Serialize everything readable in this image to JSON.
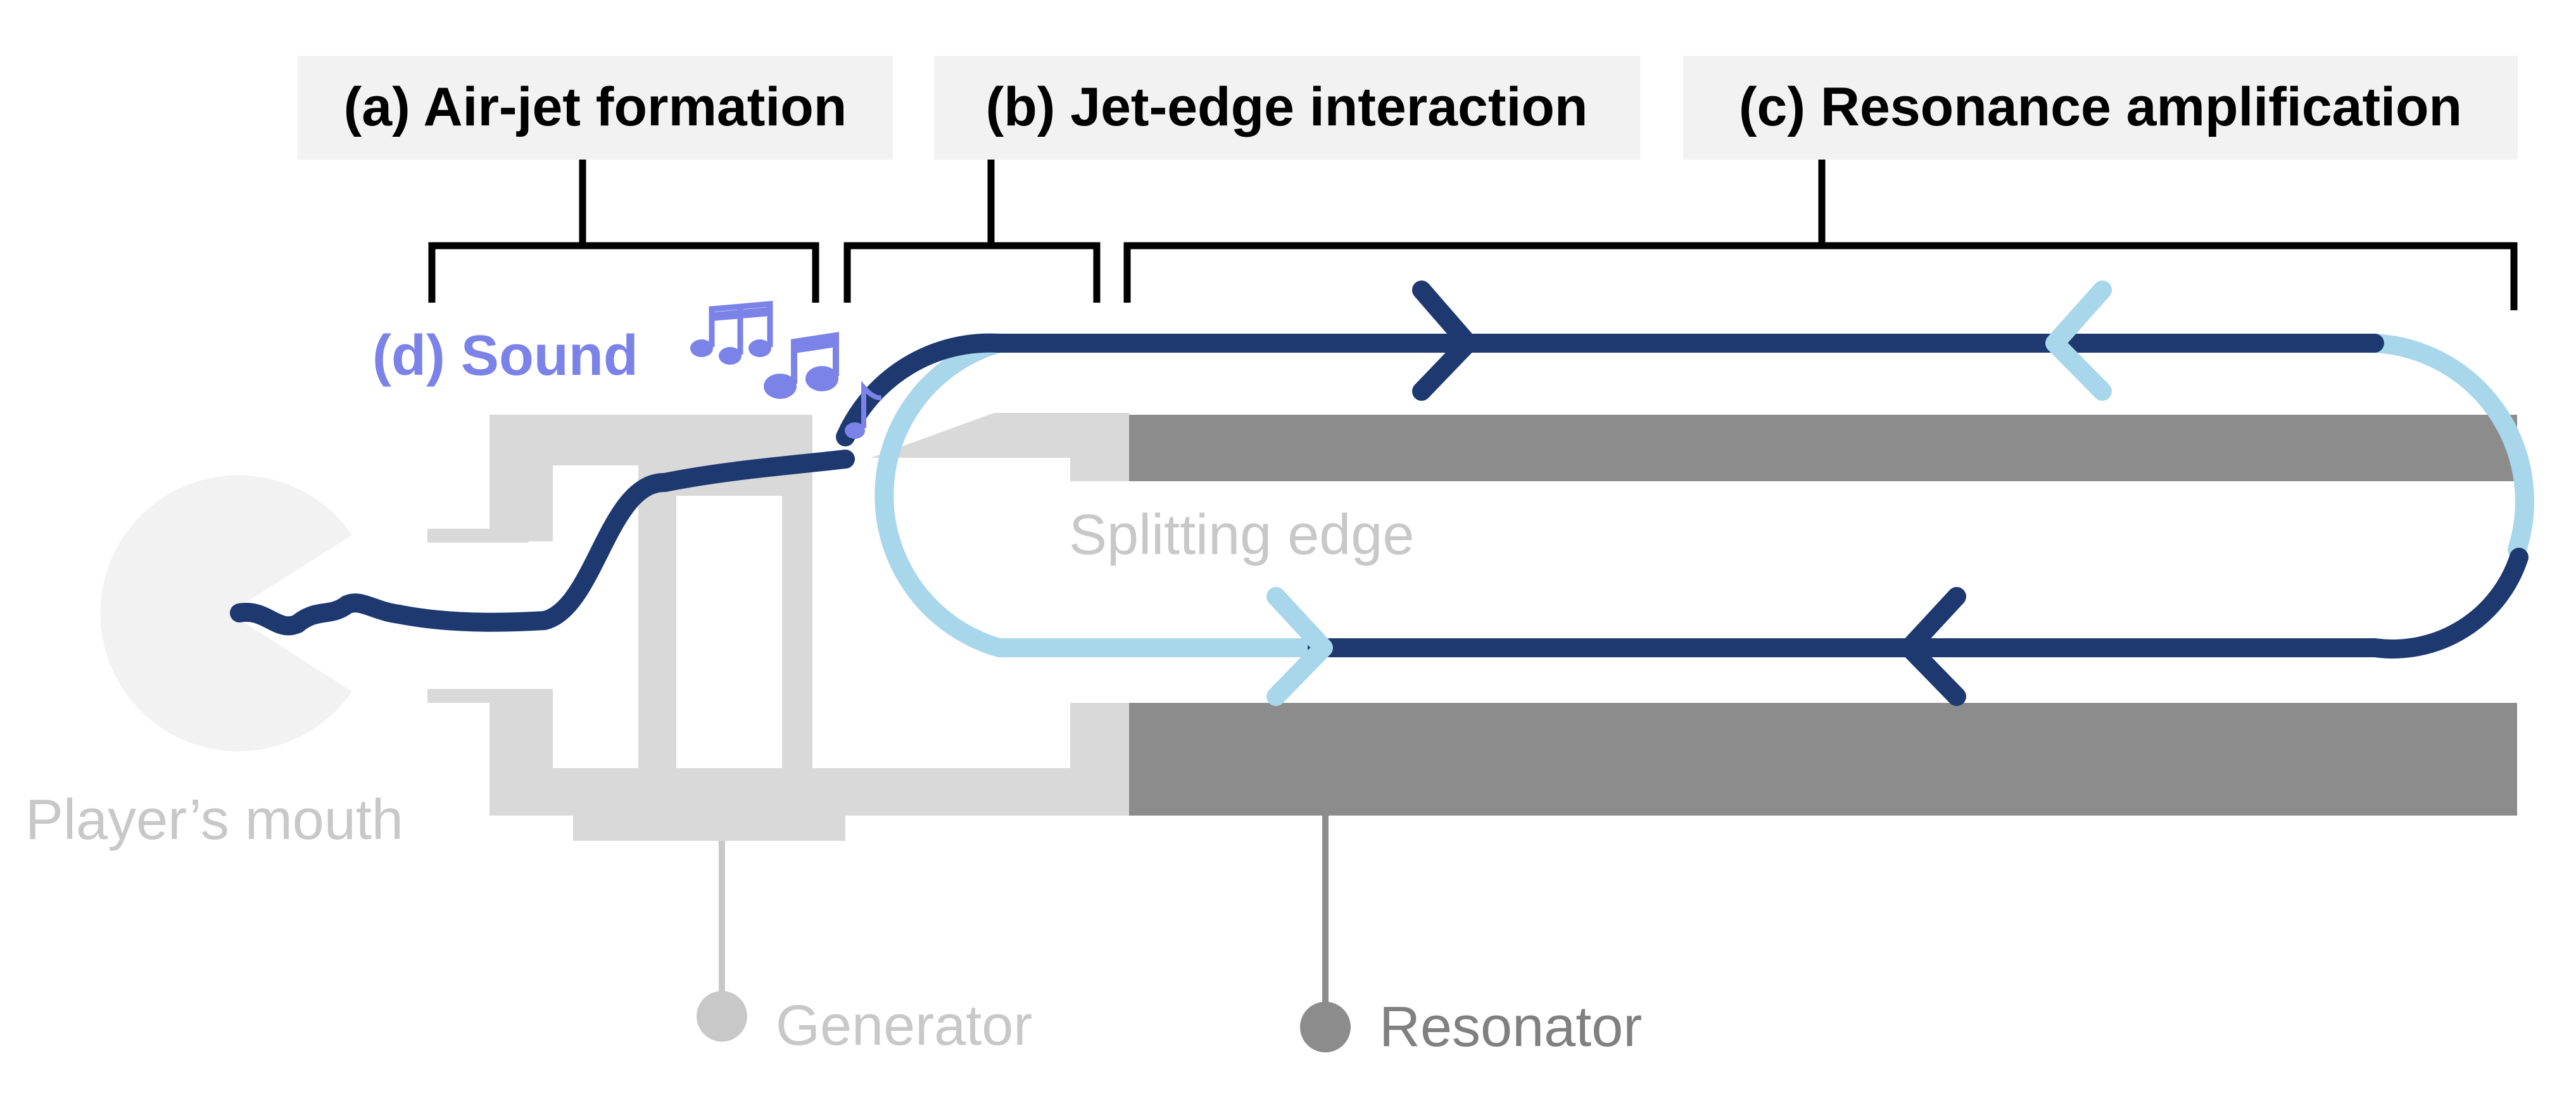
{
  "stages": [
    {
      "label": "(a) Air-jet formation"
    },
    {
      "label": "(b) Jet-edge interaction"
    },
    {
      "label": "(c) Resonance amplification"
    }
  ],
  "sound_label": "(d) Sound",
  "labels": {
    "mouth": "Player’s mouth",
    "splitting_edge": "Splitting edge",
    "generator": "Generator",
    "resonator": "Resonator"
  },
  "colors": {
    "label_box": "#f2f2f2",
    "bracket": "#000000",
    "mouth": "#f2f2f2",
    "generator": "#d9d9d9",
    "resonator": "#8c8c8c",
    "jet_dark": "#1d3970",
    "wave_light": "#a8d6ea",
    "sound": "#7b82e8",
    "generator_text": "#c8c8c8",
    "resonator_text": "#808080"
  },
  "icons": [
    "music-notes-icon",
    "music-note-icon"
  ]
}
